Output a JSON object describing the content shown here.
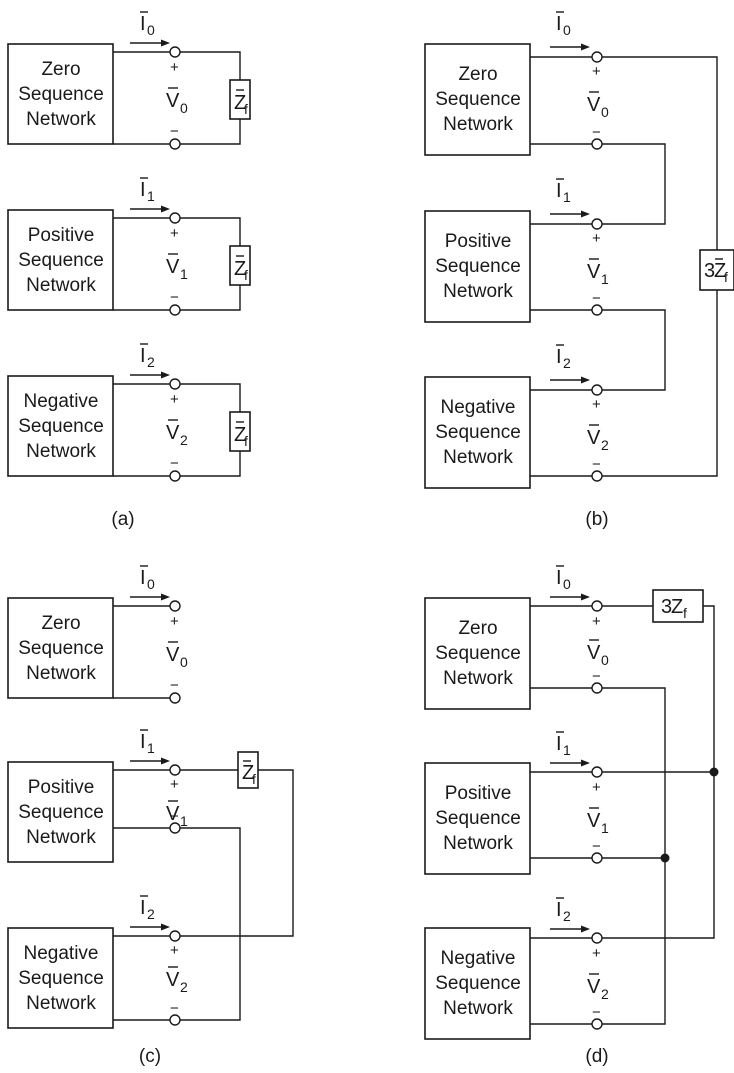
{
  "panels": [
    {
      "id": "a",
      "caption": "(a)",
      "networks": [
        {
          "name_lines": [
            "Zero",
            "Sequence",
            "Network"
          ],
          "current": "I",
          "current_sub": "0",
          "voltage": "V",
          "voltage_sub": "0",
          "plus": "+",
          "minus": "−"
        },
        {
          "name_lines": [
            "Positive",
            "Sequence",
            "Network"
          ],
          "current": "I",
          "current_sub": "1",
          "voltage": "V",
          "voltage_sub": "1",
          "plus": "+",
          "minus": "−"
        },
        {
          "name_lines": [
            "Negative",
            "Sequence",
            "Network"
          ],
          "current": "I",
          "current_sub": "2",
          "voltage": "V",
          "voltage_sub": "2",
          "plus": "+",
          "minus": "−"
        }
      ],
      "impedances": [
        {
          "text": "Z",
          "sub": "f",
          "bar": true
        },
        {
          "text": "Z",
          "sub": "f",
          "bar": true
        },
        {
          "text": "Z",
          "sub": "f",
          "bar": true
        }
      ]
    },
    {
      "id": "b",
      "caption": "(b)",
      "networks": [
        {
          "name_lines": [
            "Zero",
            "Sequence",
            "Network"
          ],
          "current": "I",
          "current_sub": "0",
          "voltage": "V",
          "voltage_sub": "0",
          "plus": "+",
          "minus": "−"
        },
        {
          "name_lines": [
            "Positive",
            "Sequence",
            "Network"
          ],
          "current": "I",
          "current_sub": "1",
          "voltage": "V",
          "voltage_sub": "1",
          "plus": "+",
          "minus": "−"
        },
        {
          "name_lines": [
            "Negative",
            "Sequence",
            "Network"
          ],
          "current": "I",
          "current_sub": "2",
          "voltage": "V",
          "voltage_sub": "2",
          "plus": "+",
          "minus": "−"
        }
      ],
      "impedances": [
        {
          "prefix": "3",
          "text": "Z",
          "sub": "f",
          "bar": true
        }
      ]
    },
    {
      "id": "c",
      "caption": "(c)",
      "networks": [
        {
          "name_lines": [
            "Zero",
            "Sequence",
            "Network"
          ],
          "current": "I",
          "current_sub": "0",
          "voltage": "V",
          "voltage_sub": "0",
          "plus": "+",
          "minus": "−"
        },
        {
          "name_lines": [
            "Positive",
            "Sequence",
            "Network"
          ],
          "current": "I",
          "current_sub": "1",
          "voltage": "V",
          "voltage_sub": "1",
          "plus": "+",
          "minus": "−"
        },
        {
          "name_lines": [
            "Negative",
            "Sequence",
            "Network"
          ],
          "current": "I",
          "current_sub": "2",
          "voltage": "V",
          "voltage_sub": "2",
          "plus": "+",
          "minus": "−"
        }
      ],
      "impedances": [
        {
          "text": "Z",
          "sub": "f",
          "bar": true
        }
      ]
    },
    {
      "id": "d",
      "caption": "(d)",
      "networks": [
        {
          "name_lines": [
            "Zero",
            "Sequence",
            "Network"
          ],
          "current": "I",
          "current_sub": "0",
          "voltage": "V",
          "voltage_sub": "0",
          "plus": "+",
          "minus": "−"
        },
        {
          "name_lines": [
            "Positive",
            "Sequence",
            "Network"
          ],
          "current": "I",
          "current_sub": "1",
          "voltage": "V",
          "voltage_sub": "1",
          "plus": "+",
          "minus": "−"
        },
        {
          "name_lines": [
            "Negative",
            "Sequence",
            "Network"
          ],
          "current": "I",
          "current_sub": "2",
          "voltage": "V",
          "voltage_sub": "2",
          "plus": "+",
          "minus": "−"
        }
      ],
      "impedances": [
        {
          "prefix": "3",
          "text": "Z",
          "sub": "f",
          "bar": false
        }
      ]
    }
  ]
}
